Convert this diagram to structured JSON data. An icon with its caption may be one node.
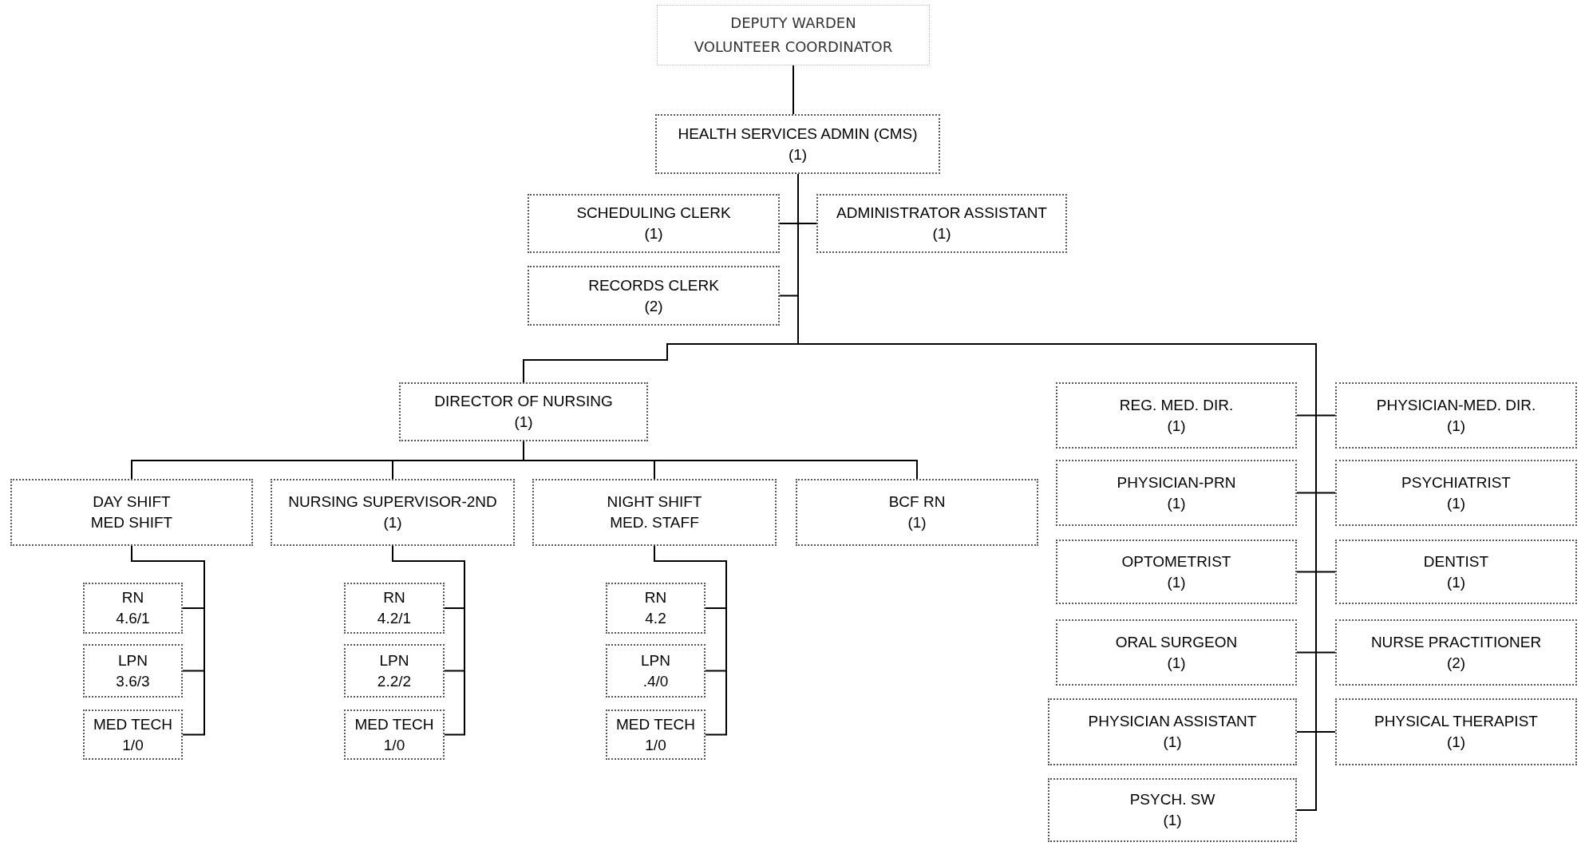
{
  "diagram": {
    "nodes": [
      {
        "text": [
          "DEPUTY WARDEN",
          "VOLUNTEER COORDINATOR"
        ]
      },
      {
        "text": [
          "HEALTH SERVICES ADMIN (CMS)",
          "(1)"
        ]
      },
      {
        "text": [
          "SCHEDULING CLERK",
          "(1)"
        ]
      },
      {
        "text": [
          "ADMINISTRATOR ASSISTANT",
          "(1)"
        ]
      },
      {
        "text": [
          "RECORDS CLERK",
          "(2)"
        ]
      },
      {
        "text": [
          "DIRECTOR OF NURSING",
          "(1)"
        ]
      },
      {
        "text": [
          "DAY SHIFT",
          "MED SHIFT"
        ]
      },
      {
        "text": [
          "NURSING SUPERVISOR-2ND",
          "(1)"
        ]
      },
      {
        "text": [
          "NIGHT SHIFT",
          "MED. STAFF"
        ]
      },
      {
        "text": [
          "BCF RN",
          "(1)"
        ]
      },
      {
        "text": [
          "RN",
          "4.6/1"
        ]
      },
      {
        "text": [
          "LPN",
          "3.6/3"
        ]
      },
      {
        "text": [
          "MED TECH",
          "1/0"
        ]
      },
      {
        "text": [
          "RN",
          "4.2/1"
        ]
      },
      {
        "text": [
          "LPN",
          "2.2/2"
        ]
      },
      {
        "text": [
          "MED TECH",
          "1/0"
        ]
      },
      {
        "text": [
          "RN",
          "4.2"
        ]
      },
      {
        "text": [
          "LPN",
          ".4/0"
        ]
      },
      {
        "text": [
          "MED TECH",
          "1/0"
        ]
      },
      {
        "text": [
          "REG. MED. DIR.",
          "(1)"
        ]
      },
      {
        "text": [
          "PHYSICIAN-MED. DIR.",
          "(1)"
        ]
      },
      {
        "text": [
          "PHYSICIAN-PRN",
          "(1)"
        ]
      },
      {
        "text": [
          "PSYCHIATRIST",
          "(1)"
        ]
      },
      {
        "text": [
          "OPTOMETRIST",
          "(1)"
        ]
      },
      {
        "text": [
          "DENTIST",
          "(1)"
        ]
      },
      {
        "text": [
          "ORAL SURGEON",
          "(1)"
        ]
      },
      {
        "text": [
          "NURSE PRACTITIONER",
          "(2)"
        ]
      },
      {
        "text": [
          "PHYSICIAN ASSISTANT",
          "(1)"
        ]
      },
      {
        "text": [
          "PHYSICAL THERAPIST",
          "(1)"
        ]
      },
      {
        "text": [
          "PSYCH. SW",
          "(1)"
        ]
      }
    ],
    "edges": [
      {
        "from": 0,
        "to": 1,
        "arrow": "none"
      },
      {
        "from": 1,
        "to": 2,
        "arrow": "none"
      },
      {
        "from": 1,
        "to": 3,
        "arrow": "none"
      },
      {
        "from": 1,
        "to": 4,
        "arrow": "none"
      },
      {
        "from": 1,
        "to": 5,
        "arrow": "none"
      },
      {
        "from": 5,
        "to": 6,
        "arrow": "none"
      },
      {
        "from": 5,
        "to": 7,
        "arrow": "none"
      },
      {
        "from": 5,
        "to": 8,
        "arrow": "none"
      },
      {
        "from": 5,
        "to": 9,
        "arrow": "none"
      },
      {
        "from": 6,
        "to": 10,
        "arrow": "none"
      },
      {
        "from": 6,
        "to": 11,
        "arrow": "none"
      },
      {
        "from": 6,
        "to": 12,
        "arrow": "none"
      },
      {
        "from": 7,
        "to": 13,
        "arrow": "none"
      },
      {
        "from": 7,
        "to": 14,
        "arrow": "none"
      },
      {
        "from": 7,
        "to": 15,
        "arrow": "none"
      },
      {
        "from": 8,
        "to": 16,
        "arrow": "none"
      },
      {
        "from": 8,
        "to": 17,
        "arrow": "none"
      },
      {
        "from": 8,
        "to": 18,
        "arrow": "none"
      },
      {
        "from": 1,
        "to": 19,
        "arrow": "none"
      },
      {
        "from": 1,
        "to": 20,
        "arrow": "none"
      },
      {
        "from": 1,
        "to": 21,
        "arrow": "none"
      },
      {
        "from": 1,
        "to": 22,
        "arrow": "none"
      },
      {
        "from": 1,
        "to": 23,
        "arrow": "none"
      },
      {
        "from": 1,
        "to": 24,
        "arrow": "none"
      },
      {
        "from": 1,
        "to": 25,
        "arrow": "none"
      },
      {
        "from": 1,
        "to": 26,
        "arrow": "none"
      },
      {
        "from": 1,
        "to": 27,
        "arrow": "none"
      },
      {
        "from": 1,
        "to": 28,
        "arrow": "none"
      },
      {
        "from": 1,
        "to": 29,
        "arrow": "none"
      }
    ]
  }
}
